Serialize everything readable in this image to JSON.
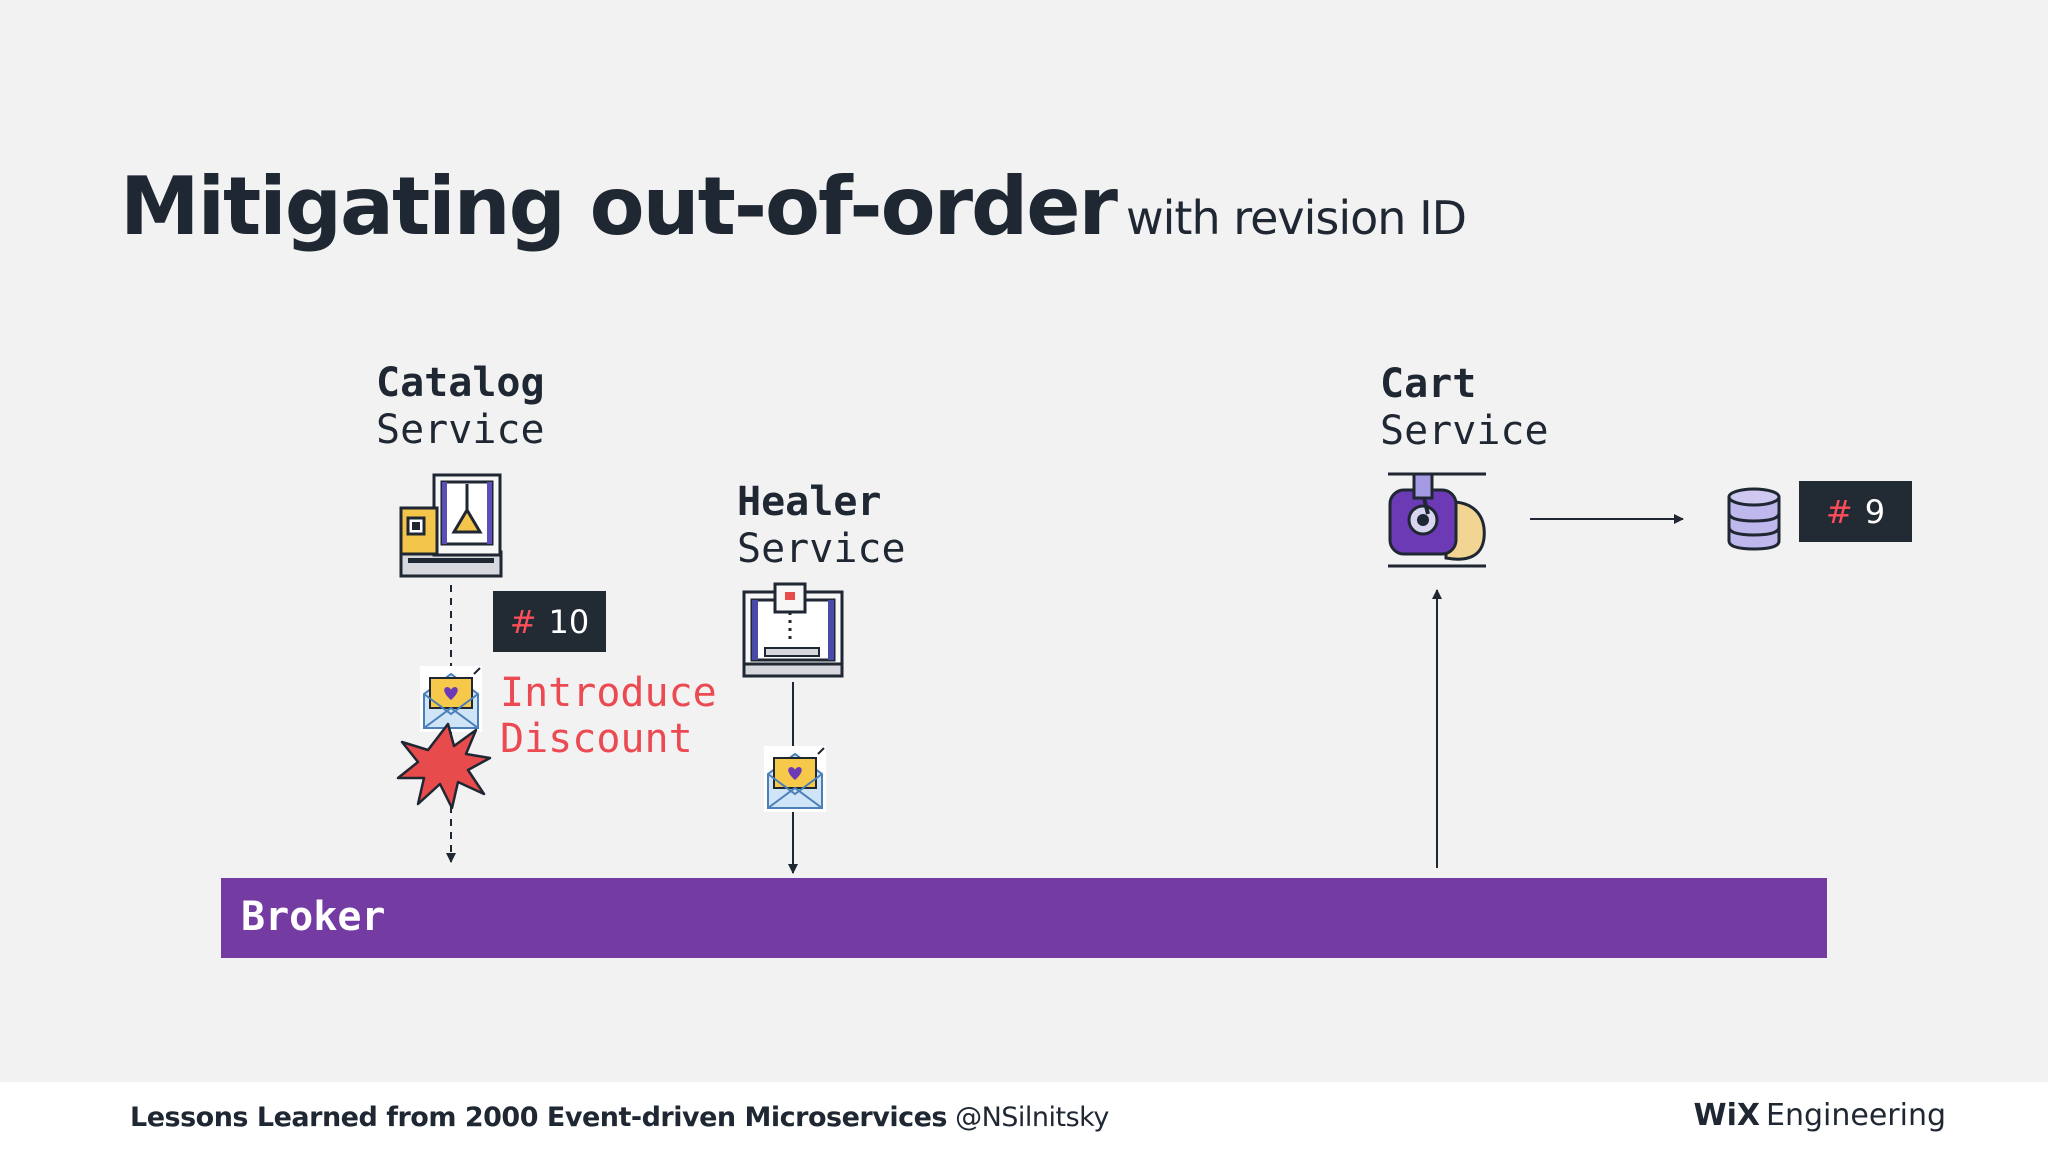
{
  "title": {
    "main": "Mitigating out-of-order",
    "sub": "with revision ID"
  },
  "services": {
    "catalog": {
      "line1": "Catalog",
      "line2": "Service",
      "revision": "10"
    },
    "healer": {
      "line1": "Healer",
      "line2": "Service"
    },
    "cart": {
      "line1": "Cart",
      "line2": "Service"
    }
  },
  "db": {
    "revision": "9"
  },
  "revision_prefix": "#",
  "event": {
    "line1": "Introduce",
    "line2": "Discount"
  },
  "broker": {
    "label": "Broker"
  },
  "footer": {
    "talk_title": "Lessons Learned from 2000 Event-driven Microservices",
    "handle": "@NSilnitsky",
    "brand_bold": "WiX",
    "brand_text": "Engineering"
  },
  "icons": {
    "catalog_service": "factory-machine-icon",
    "healer_service": "3d-printer-icon",
    "cart_service": "robot-arm-icon",
    "database": "database-icon",
    "event_envelope": "envelope-heart-icon",
    "failure": "explosion-icon"
  },
  "colors": {
    "background": "#f2f2f2",
    "text": "#1f2733",
    "broker": "#743ba3",
    "event_text": "#ec4a52",
    "revision_bg": "#222a33",
    "revision_hash": "#ff4d5a",
    "explosion": "#e84b4b"
  }
}
